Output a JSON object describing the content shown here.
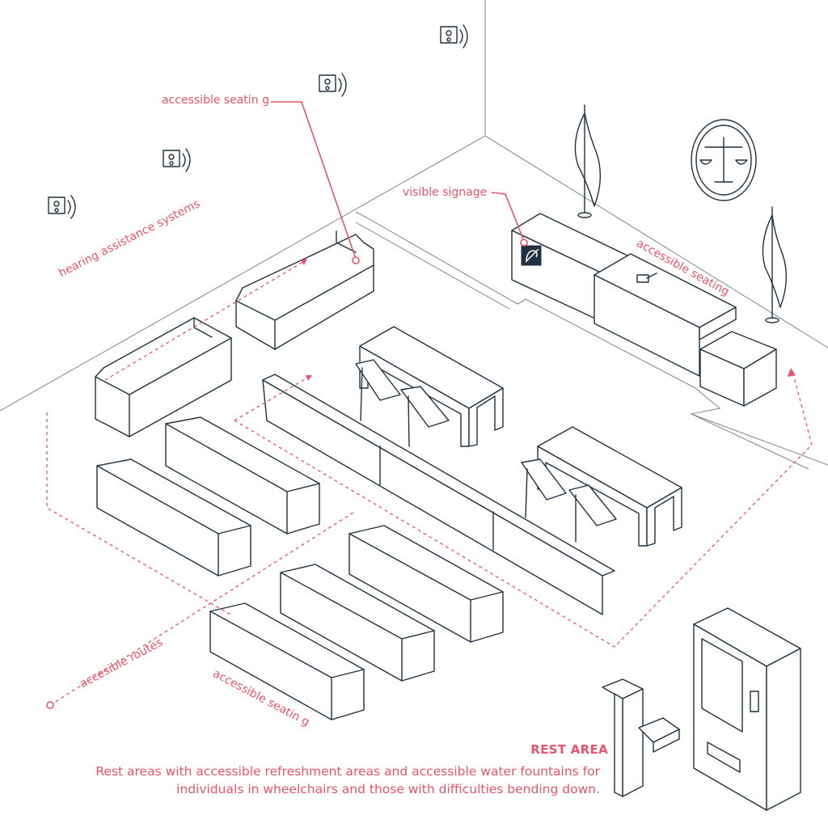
{
  "labels": {
    "accessible_seating_top": "accessible seatin g",
    "hearing_assistance": "hearing assistance systems",
    "visible_signage": "visible signage",
    "accessible_seating_right": "accessible seating",
    "accesible_routes": "accesible routes",
    "accessible_seating_bottom": "accessible seatin g"
  },
  "rest_area": {
    "title": "REST AREA",
    "description": "Rest areas with accessible refreshment areas and accessible water fountains for individuals in wheelchairs and those with difficulties bending down."
  },
  "icons": [
    "speaker-icon",
    "hearing-loop-sign-icon",
    "scales-of-justice-icon",
    "flag-icon",
    "gavel-icon"
  ],
  "colors": {
    "accent": "#e8546b",
    "ink": "#1f3140",
    "background": "#ffffff"
  }
}
